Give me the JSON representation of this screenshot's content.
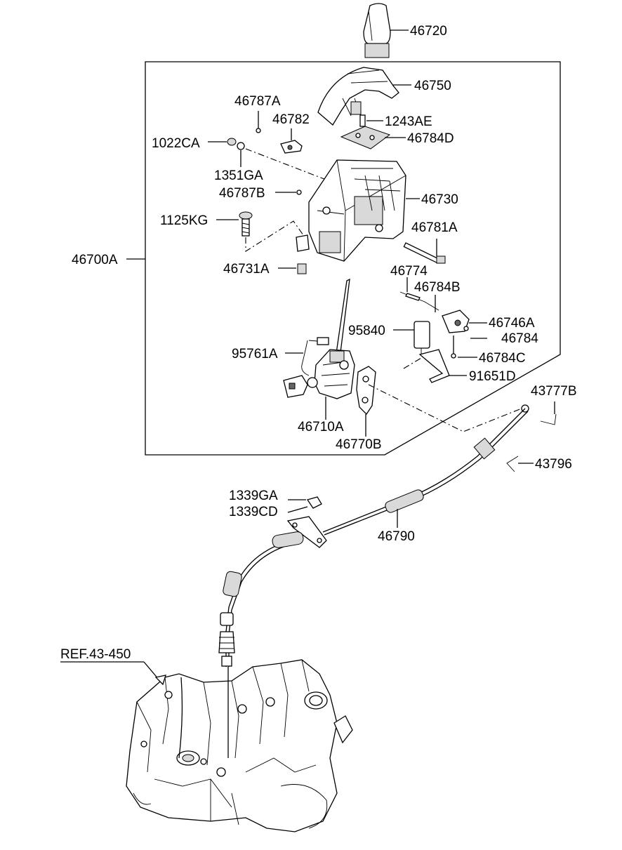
{
  "labels": {
    "p46720": "46720",
    "p46750": "46750",
    "p46787A": "46787A",
    "p46782": "46782",
    "p1243AE": "1243AE",
    "p1022CA": "1022CA",
    "p46784D": "46784D",
    "p1351GA": "1351GA",
    "p46787B": "46787B",
    "p46730": "46730",
    "p1125KG": "1125KG",
    "p46781A": "46781A",
    "p46700A": "46700A",
    "p46731A": "46731A",
    "p46774": "46774",
    "p46784B": "46784B",
    "p46746A": "46746A",
    "p95840": "95840",
    "p46784": "46784",
    "p95761A": "95761A",
    "p46784C": "46784C",
    "p91651D": "91651D",
    "p43777B": "43777B",
    "p46710A": "46710A",
    "p46770B": "46770B",
    "p43796": "43796",
    "p1339GA": "1339GA",
    "p1339CD": "1339CD",
    "p46790": "46790",
    "ref": "REF.43-450"
  }
}
